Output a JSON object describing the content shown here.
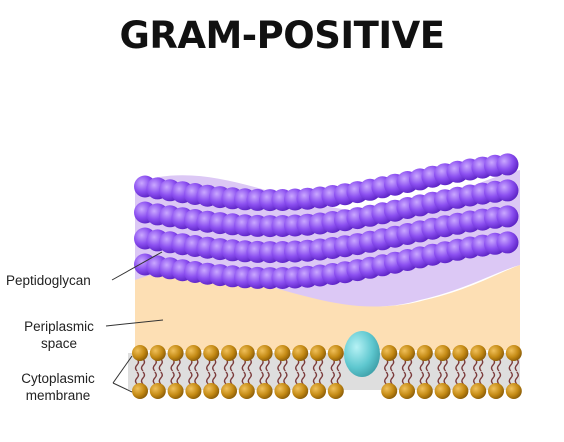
{
  "title": "GRAM-POSITIVE",
  "labels": {
    "peptidoglycan": "Peptidoglycan",
    "periplasmic_line1": "Periplasmic",
    "periplasmic_line2": "space",
    "cytoplasmic_line1": "Cytoplasmic",
    "cytoplasmic_line2": "membrane"
  },
  "colors": {
    "peptidoglycan_bead": "#7d3fe0",
    "peptidoglycan_highlight": "#c9a6ff",
    "peptidoglycan_bg": "#dcc8f5",
    "periplasm": "#fddfb4",
    "lipid_head": "#c48a14",
    "lipid_tail": "#7b3b3b",
    "membrane_bg": "#d9d9d9",
    "protein": "#6ccfd6"
  }
}
